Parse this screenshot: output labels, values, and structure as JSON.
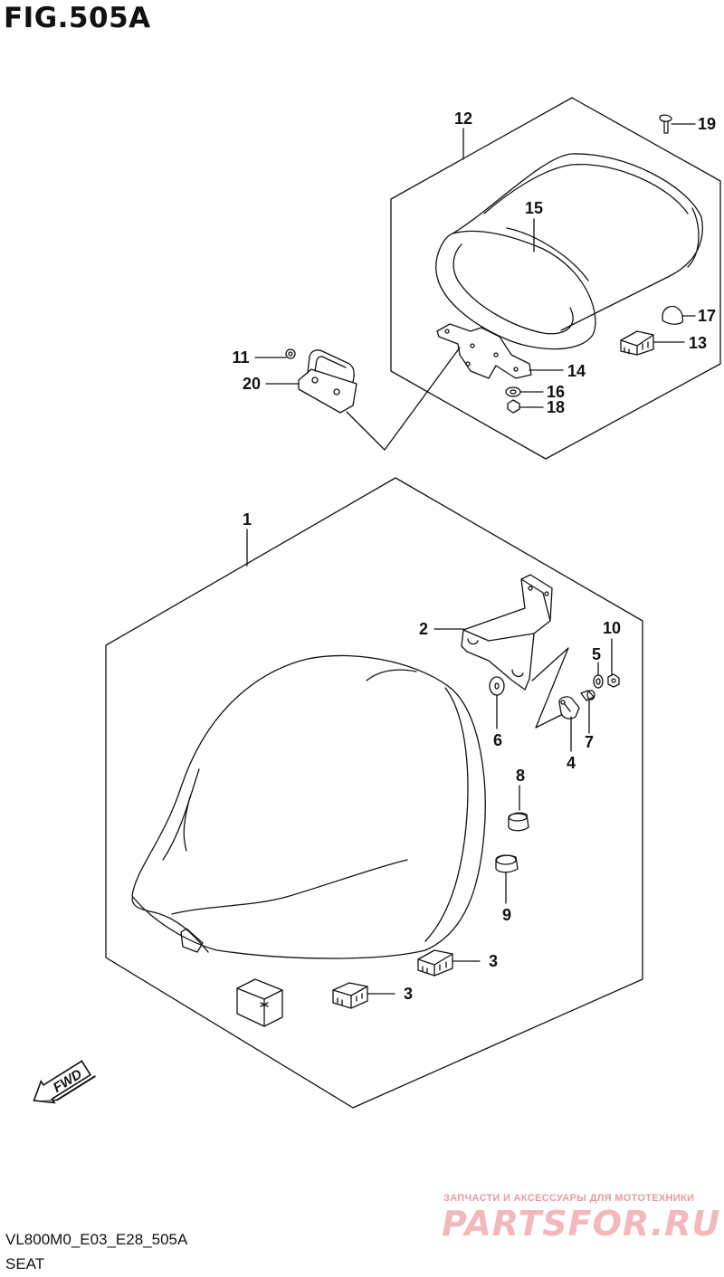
{
  "figure": {
    "title": "FIG.505A",
    "code": "VL800M0_E03_E28_505A",
    "name": "SEAT"
  },
  "callouts": {
    "c1": "1",
    "c2": "2",
    "c3a": "3",
    "c3b": "3",
    "c4": "4",
    "c5": "5",
    "c6": "6",
    "c7": "7",
    "c8": "8",
    "c9": "9",
    "c10": "10",
    "c11": "11",
    "c12": "12",
    "c13": "13",
    "c14": "14",
    "c15": "15",
    "c16": "16",
    "c17": "17",
    "c18": "18",
    "c19": "19",
    "c20": "20"
  },
  "fwd_label": "FWD",
  "watermark": {
    "subtitle": "ЗАПЧАСТИ И АКСЕССУАРЫ ДЛЯ МОТОТЕХНИКИ",
    "brand": "PARTSFOR.RU"
  },
  "colors": {
    "line": "#111111",
    "watermark": "#f2b8bc"
  }
}
